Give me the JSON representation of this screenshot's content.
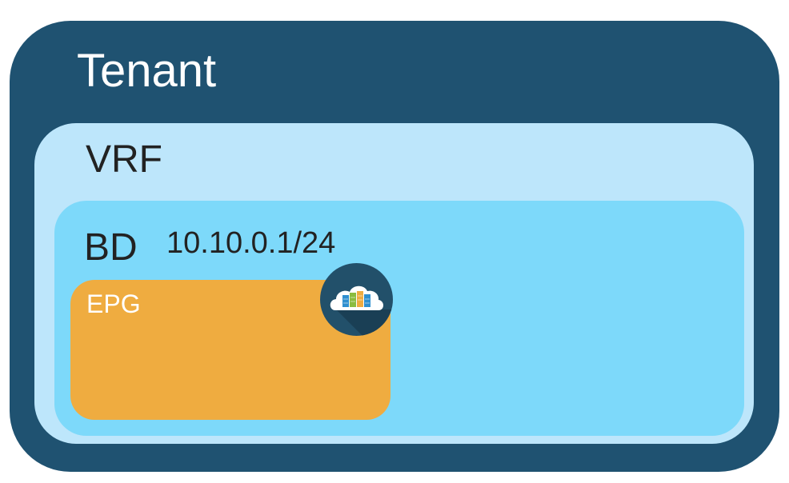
{
  "tenant": {
    "label": "Tenant",
    "color": "#1f5271"
  },
  "vrf": {
    "label": "VRF",
    "color": "#bde6fb"
  },
  "bd": {
    "label": "BD",
    "subnet": "10.10.0.1/24",
    "color": "#7dd9fa"
  },
  "epg": {
    "label": "EPG",
    "color": "#efac40",
    "icon": "cloud-server-icon"
  }
}
